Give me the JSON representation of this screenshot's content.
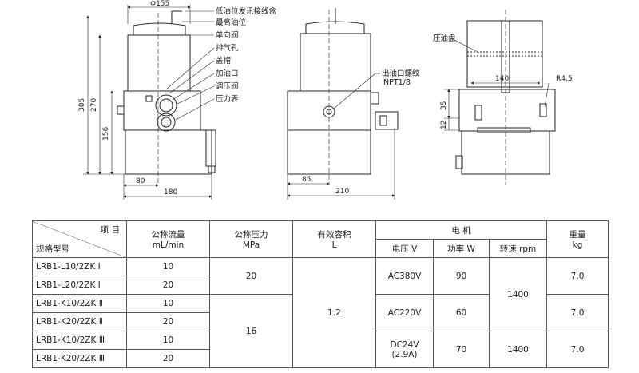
{
  "drawing": {
    "top_dim": "Φ155",
    "labels_left": [
      "低油位发讯接线盒",
      "最高油位",
      "单向阀",
      "排气孔",
      "盖帽",
      "加油口",
      "调压阀",
      "压力表"
    ],
    "dims_left": {
      "h305": "305",
      "h270": "270",
      "h156": "156",
      "w80": "80",
      "w180": "180"
    },
    "label_outlet": "出油口螺纹",
    "label_npt": "NPT1/8",
    "dims_mid": {
      "w85": "85",
      "w210": "210"
    },
    "label_plate": "压油盘",
    "dims_right": {
      "w140": "140",
      "r45": "R4.5",
      "h35": "35",
      "h12": "12"
    }
  },
  "table": {
    "header": {
      "item": "项 目",
      "model": "规格型号",
      "flow": "公称流量",
      "flow_unit": "mL/min",
      "pressure": "公称压力",
      "pressure_unit": "MPa",
      "volume": "有效容积",
      "volume_unit": "L",
      "motor": "电 机",
      "voltage": "电压 V",
      "power": "功率 W",
      "speed": "转速 rpm",
      "weight": "重量",
      "weight_unit": "kg"
    },
    "rows": [
      {
        "model": "LRB1-L10/2ZK Ⅰ",
        "flow": "10"
      },
      {
        "model": "LRB1-L20/2ZK Ⅰ",
        "flow": "20"
      },
      {
        "model": "LRB1-K10/2ZK Ⅱ",
        "flow": "10"
      },
      {
        "model": "LRB1-K20/2ZK Ⅱ",
        "flow": "20"
      },
      {
        "model": "LRB1-K10/2ZK Ⅲ",
        "flow": "10"
      },
      {
        "model": "LRB1-K20/2ZK Ⅲ",
        "flow": "20"
      }
    ],
    "pressure_a": "20",
    "pressure_b": "16",
    "volume": "1.2",
    "voltage_1": "AC380V",
    "voltage_2": "AC220V",
    "voltage_3a": "DC24V",
    "voltage_3b": "(2.9A)",
    "power_1": "90",
    "power_2": "60",
    "power_3": "70",
    "speed_12": "1400",
    "speed_3": "1400",
    "weight_1": "7.0",
    "weight_2": "7.0",
    "weight_3": "7.0"
  }
}
